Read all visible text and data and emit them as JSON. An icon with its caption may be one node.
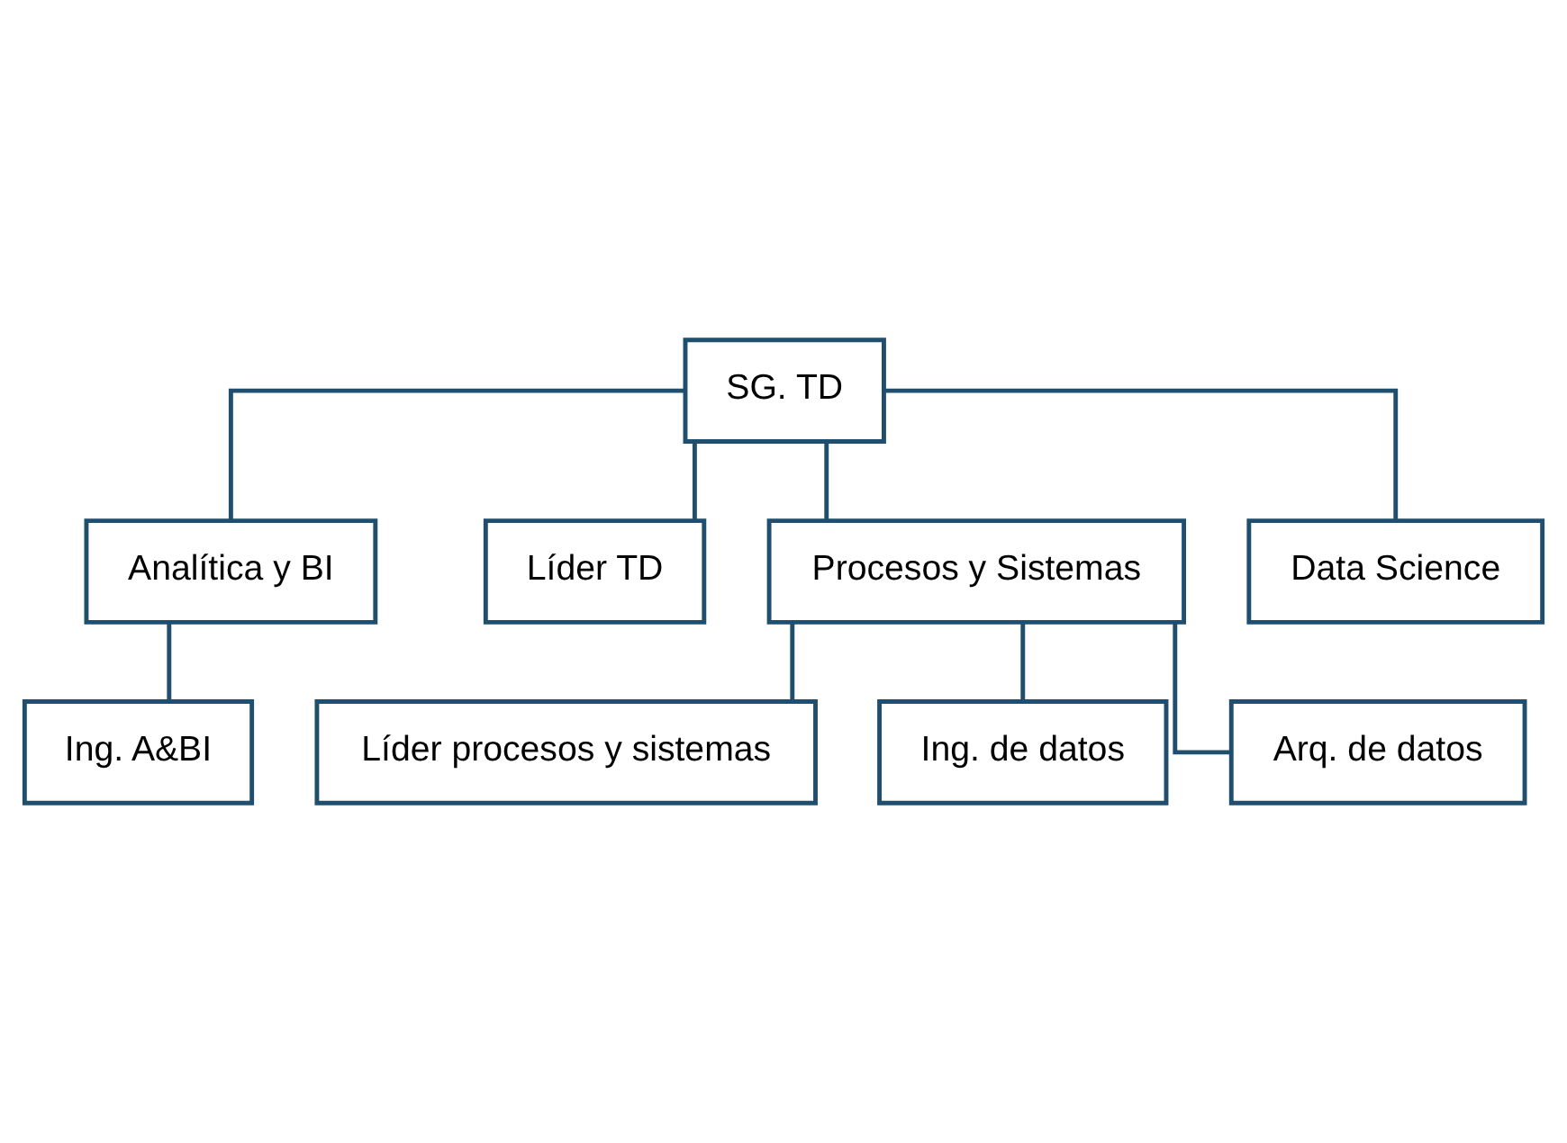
{
  "diagram": {
    "nodes": [
      {
        "text": [
          "SG. TD"
        ]
      },
      {
        "text": [
          "Analítica y BI"
        ]
      },
      {
        "text": [
          "Líder TD"
        ]
      },
      {
        "text": [
          "Procesos y Sistemas"
        ]
      },
      {
        "text": [
          "Data Science"
        ]
      },
      {
        "text": [
          "Ing. A&BI"
        ]
      },
      {
        "text": [
          "Líder procesos y sistemas"
        ]
      },
      {
        "text": [
          "Ing. de datos"
        ]
      },
      {
        "text": [
          "Arq. de datos"
        ]
      }
    ],
    "edges": [
      {
        "from": 0,
        "to": 1,
        "arrow": "none"
      },
      {
        "from": 0,
        "to": 2,
        "arrow": "none"
      },
      {
        "from": 0,
        "to": 3,
        "arrow": "none"
      },
      {
        "from": 0,
        "to": 4,
        "arrow": "none"
      },
      {
        "from": 1,
        "to": 5,
        "arrow": "none"
      },
      {
        "from": 3,
        "to": 6,
        "arrow": "none"
      },
      {
        "from": 3,
        "to": 7,
        "arrow": "none"
      },
      {
        "from": 3,
        "to": 8,
        "arrow": "none"
      }
    ]
  }
}
